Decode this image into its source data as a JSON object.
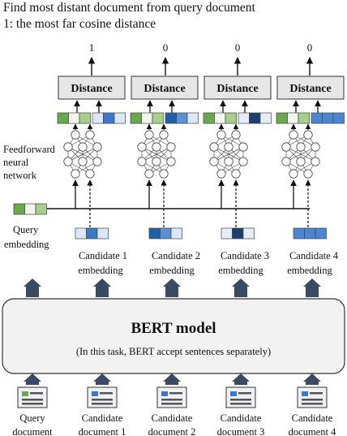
{
  "header": {
    "title_line1": "Find most distant document from query document",
    "title_line2": "1: the most far cosine distance"
  },
  "heads": [
    {
      "output": "1",
      "distance_label": "Distance"
    },
    {
      "output": "0",
      "distance_label": "Distance"
    },
    {
      "output": "0",
      "distance_label": "Distance"
    },
    {
      "output": "0",
      "distance_label": "Distance"
    }
  ],
  "ffn_label": [
    "Feedforward",
    "neural",
    "network"
  ],
  "query_embedding_label": [
    "Query",
    "embedding"
  ],
  "candidate_embedding_labels": [
    [
      "Candidate 1",
      "embedding"
    ],
    [
      "Candidate 2",
      "embedding"
    ],
    [
      "Candidate 3",
      "embedding"
    ],
    [
      "Candidate 4",
      "embedding"
    ]
  ],
  "bert": {
    "title": "BERT model",
    "subtitle": "(In this task, BERT accept sentences separately)"
  },
  "documents": [
    [
      "Query",
      "document"
    ],
    [
      "Candidate",
      "document 1"
    ],
    [
      "Candidate",
      "document 2"
    ],
    [
      "Candidate",
      "document 3"
    ],
    [
      "Candidate",
      "document 4"
    ]
  ],
  "colors": {
    "query_cells": [
      "#6aa84f",
      "#f1f7ea",
      "#a8d08d"
    ],
    "candidate_cells": [
      [
        "#dbe7f7",
        "#3b78c7",
        "#dbe7f7"
      ],
      [
        "#1f5fa8",
        "#5b8fd6",
        "#dbe7f7"
      ],
      [
        "#e3ecf8",
        "#1b3f6e",
        "#e3ecf8"
      ],
      [
        "#4a86d1",
        "#4a86d1",
        "#4a86d1"
      ]
    ],
    "arrow_fill": "#3a4a63",
    "distance_box_fill": "#e6e6e6",
    "bert_box_fill": "#f2f2f2"
  }
}
